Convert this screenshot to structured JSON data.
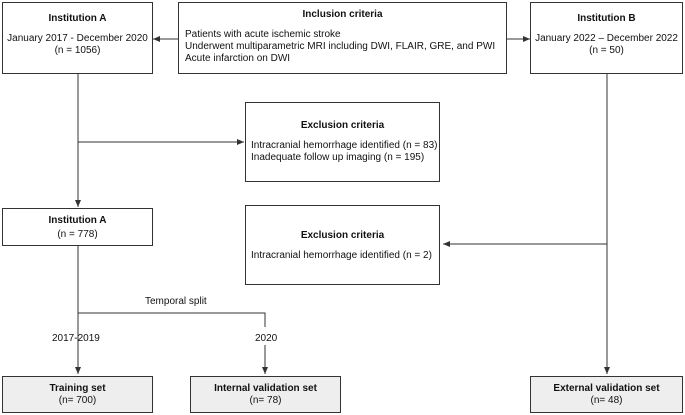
{
  "inst_a_top": {
    "title": "Institution A",
    "lines": [
      "January 2017 - December 2020",
      "(n = 1056)"
    ]
  },
  "inclusion": {
    "title": "Inclusion criteria",
    "lines": [
      "Patients with acute ischemic stroke",
      "Underwent multiparametric MRI including DWI, FLAIR, GRE, and PWI",
      "Acute infarction on DWI"
    ]
  },
  "inst_b": {
    "title": "Institution B",
    "lines": [
      "January 2022 – December 2022",
      "(n = 50)"
    ]
  },
  "exclusion_1": {
    "title": "Exclusion criteria",
    "lines": [
      "Intracranial hemorrhage identified (n = 83)",
      "Inadequate follow up imaging (n = 195)"
    ]
  },
  "inst_a_mid": {
    "title": "Institution A",
    "lines": [
      "(n = 778)"
    ]
  },
  "exclusion_2": {
    "title": "Exclusion criteria",
    "lines": [
      "Intracranial hemorrhage identified (n = 2)"
    ]
  },
  "split": {
    "label": "Temporal split",
    "left_label": "2017-2019",
    "right_label": "2020"
  },
  "training": {
    "title": "Training set",
    "lines": [
      "(n= 700)"
    ]
  },
  "internal": {
    "title": "Internal validation set",
    "lines": [
      "(n= 78)"
    ]
  },
  "external": {
    "title": "External validation set",
    "lines": [
      "(n= 48)"
    ]
  },
  "colors": {
    "line": "#333333",
    "box_fill_final": "#eeeeee"
  }
}
